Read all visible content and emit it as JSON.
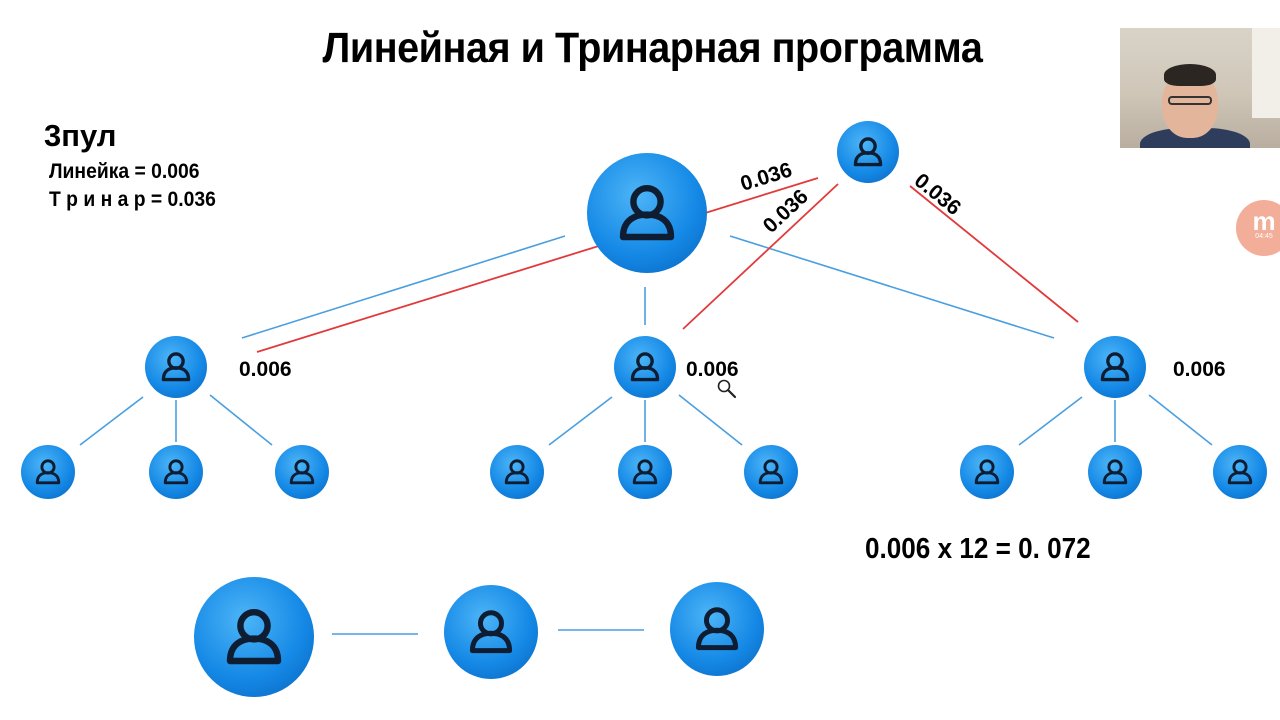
{
  "title": "Линейная и Тринарная программа",
  "pool": {
    "title": "3пул",
    "linear": "Линейка = 0.006",
    "trinar": "Т р и н а р = 0.036"
  },
  "labels": {
    "trinar_top_left": "0.036",
    "trinar_mid": "0.036",
    "trinar_right": "0.036",
    "linear_left": "0.006",
    "linear_center": "0.006",
    "linear_right": "0.006"
  },
  "formula": "0.006 x 12 = 0. 072",
  "badge": {
    "letter": "m",
    "time": "04:45"
  },
  "colors": {
    "node_fill": "#1589e6",
    "node_highlight": "#4db5f7",
    "linear_edge": "#4a9fe0",
    "trinar_edge": "#e23a3a",
    "icon_stroke": "#0f1d33"
  },
  "icons": {
    "node": "user-icon",
    "cursor": "magnifier-cursor-icon"
  }
}
